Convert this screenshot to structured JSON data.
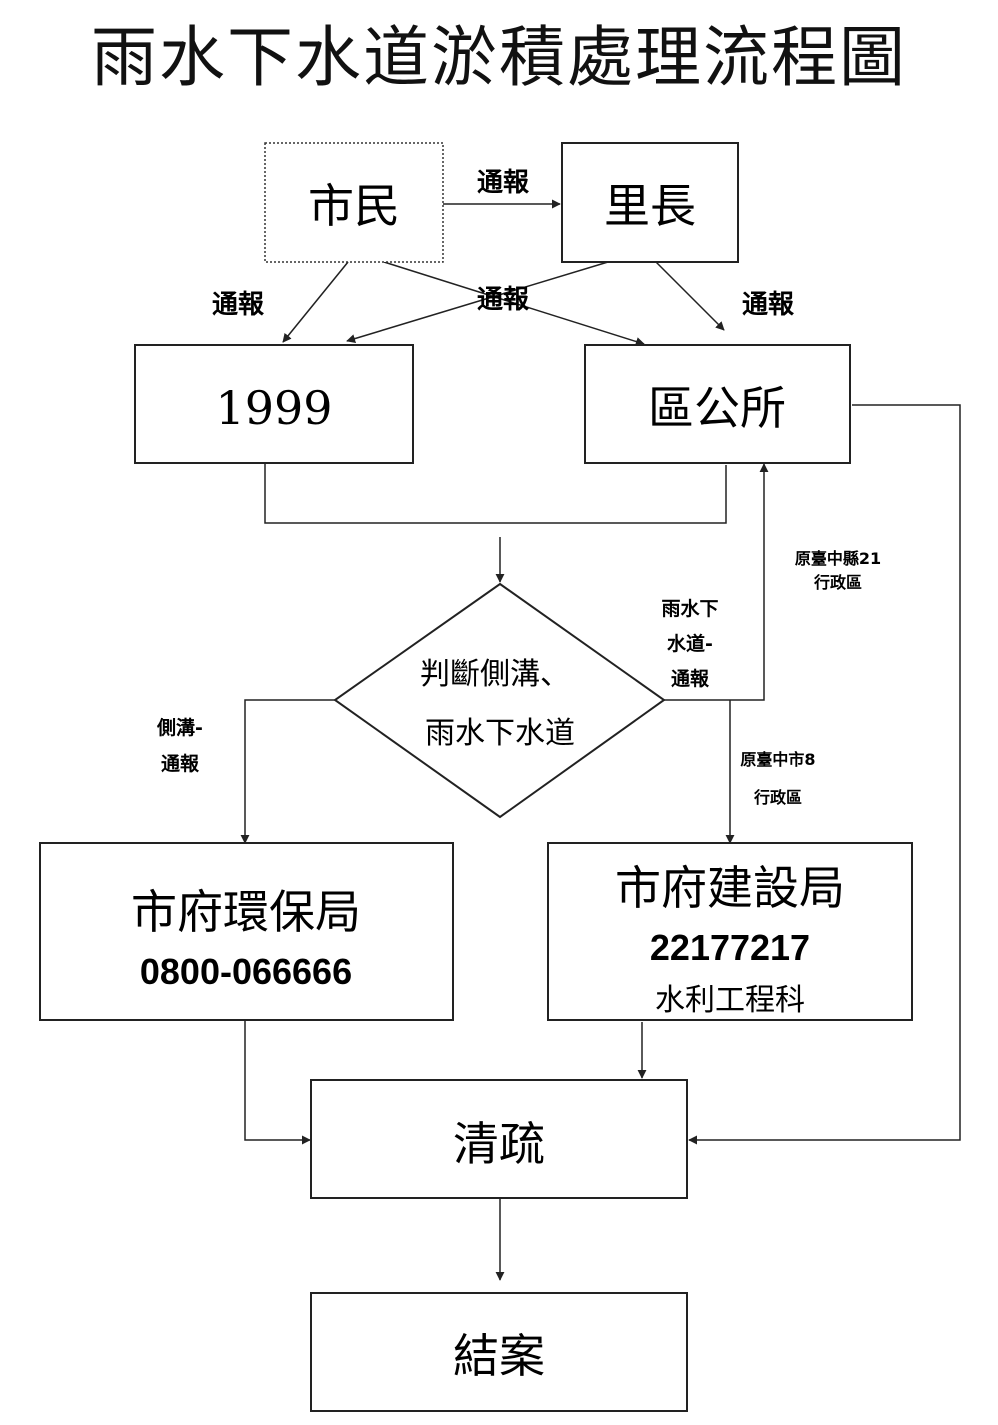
{
  "title": "雨水下水道淤積處理流程圖",
  "nodes": {
    "citizen": "市民",
    "village_chief": "里長",
    "hotline": "1999",
    "district_office": "區公所",
    "decision_line1": "判斷側溝、",
    "decision_line2": "雨水下水道",
    "epb": "市府環保局",
    "epb_phone": "0800-066666",
    "construction": "市府建設局",
    "construction_phone": "22177217",
    "construction_section": "水利工程科",
    "dredge": "清疏",
    "close_case": "結案"
  },
  "labels": {
    "notify_top": "通報",
    "notify_left": "通報",
    "notify_center": "通報",
    "notify_right": "通報",
    "ditch_line1": "側溝-",
    "ditch_line2": "通報",
    "sewer_line1": "雨水下",
    "sewer_line2": "水道-",
    "sewer_line3": "通報",
    "county_line1": "原臺中縣21",
    "county_line2": "行政區",
    "city_line1": "原臺中市8",
    "city_line2": "行政區"
  }
}
